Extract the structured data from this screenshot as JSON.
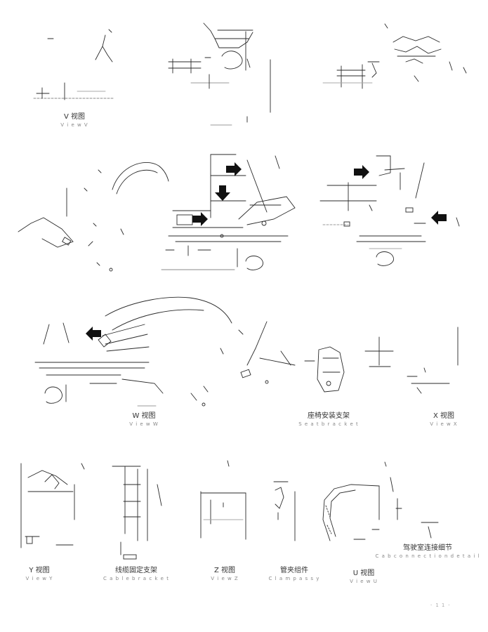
{
  "captions": {
    "v_view": {
      "zh": "V 视图",
      "en": "V i e w V"
    },
    "w_view": {
      "zh": "W 视图",
      "en": "V i e w W"
    },
    "seat_mount": {
      "zh": "座椅安装支架",
      "en": "S e a t   b r a c k e t"
    },
    "x_view": {
      "zh": "X 视图",
      "en": "V i e w X"
    },
    "y_view": {
      "zh": "Y 视图",
      "en": "V i e w Y"
    },
    "cable_bracket": {
      "zh": "线缆固定支架",
      "en": "C a b l e   b r a c k e t"
    },
    "z_view": {
      "zh": "Z 视图",
      "en": "V i e w Z"
    },
    "clamp": {
      "zh": "管夹组件",
      "en": "C l a m p   a s s y"
    },
    "u_view": {
      "zh": "U 视图",
      "en": "V i e w U"
    },
    "cab_detail": {
      "zh": "驾驶室连接细节",
      "en": "C a b   c o n n e c t i o n   d e t a i l"
    }
  },
  "page_number": "· 1 1 ·",
  "colors": {
    "line": "#2a2a2a",
    "light": "#9a9a9a",
    "arrow": "#111111"
  }
}
